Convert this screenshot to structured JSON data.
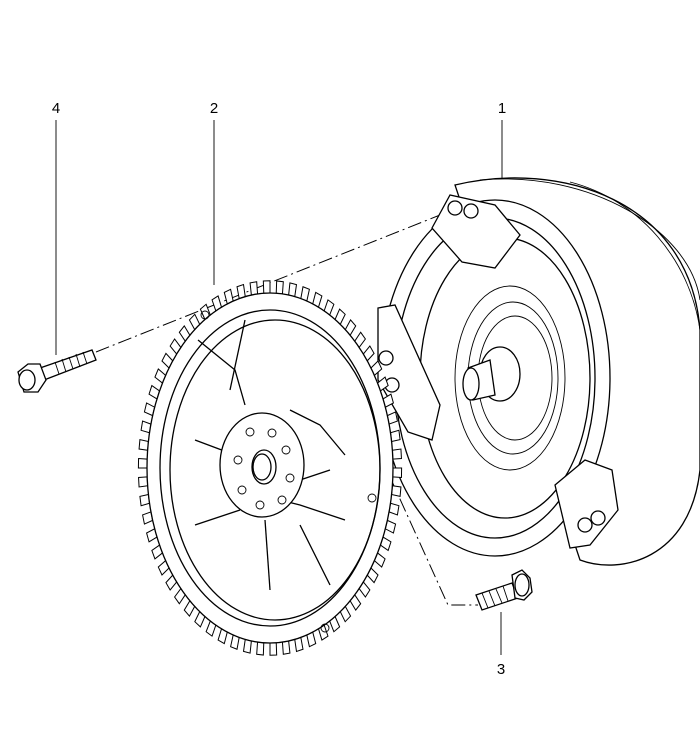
{
  "callouts": {
    "converter": "1",
    "flexplate": "2",
    "short_bolt": "3",
    "long_bolt": "4"
  },
  "colors": {
    "line": "#000000",
    "background": "#ffffff"
  }
}
